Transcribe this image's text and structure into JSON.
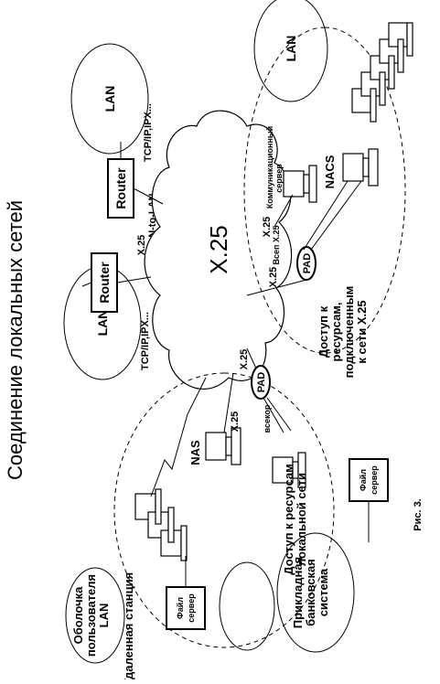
{
  "title": "Соединение локальных сетей",
  "cloud_label": "X.25",
  "lan_label": "LAN",
  "router_label": "Router",
  "pad_label": "PAD",
  "x25_label": "X.25",
  "nas_label": "NAS",
  "nacs_label": "NACS",
  "protocols_label": "TCP/IP,IPX...",
  "lan_to_lan_label": "LAN-to-LAN",
  "comm_server_label": [
    "Коммуникационный",
    "сервер"
  ],
  "vsep_x25_label": "Всеп X.25",
  "vsequence_label": "всекор",
  "access_x25_label": [
    "Доступ к",
    "ресурсам,",
    "подключенным",
    "к сети X.25"
  ],
  "access_local_label": [
    "Доступ к ресурсам",
    "локальной сети"
  ],
  "file_server_label": [
    "Файл",
    "сервер"
  ],
  "shell_label": [
    "Оболочка",
    "пользователя",
    "LAN"
  ],
  "remote_station_label": "Удаленная станция",
  "banking_label": [
    "Прикладная",
    "банковская",
    "система"
  ],
  "caption": "Рис. 3."
}
